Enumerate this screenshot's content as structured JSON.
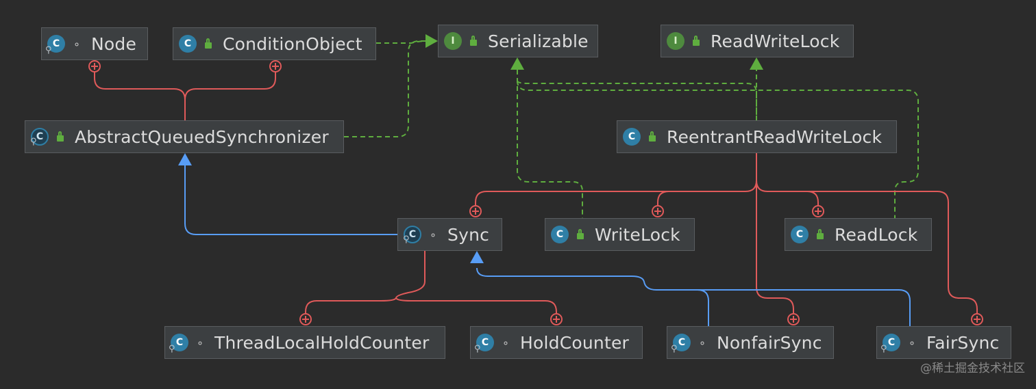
{
  "colors": {
    "background": "#2b2b2b",
    "inner_class_edge": "#e05a5a",
    "extends_edge": "#589df6",
    "implements_edge": "#5fae3f"
  },
  "nodes": [
    {
      "id": "node",
      "name": "Node",
      "kind": "class",
      "abstract": false,
      "visibility": "package",
      "icon": "class-icon"
    },
    {
      "id": "conditionobject",
      "name": "ConditionObject",
      "kind": "class",
      "abstract": false,
      "visibility": "public",
      "icon": "class-icon"
    },
    {
      "id": "serializable",
      "name": "Serializable",
      "kind": "interface",
      "abstract": false,
      "visibility": "public",
      "icon": "interface-icon"
    },
    {
      "id": "readwritelock",
      "name": "ReadWriteLock",
      "kind": "interface",
      "abstract": false,
      "visibility": "public",
      "icon": "interface-icon"
    },
    {
      "id": "aqs",
      "name": "AbstractQueuedSynchronizer",
      "kind": "class",
      "abstract": true,
      "visibility": "public",
      "icon": "abstract-class-icon"
    },
    {
      "id": "rrwl",
      "name": "ReentrantReadWriteLock",
      "kind": "class",
      "abstract": false,
      "visibility": "public",
      "icon": "class-icon"
    },
    {
      "id": "sync",
      "name": "Sync",
      "kind": "class",
      "abstract": true,
      "visibility": "package",
      "icon": "abstract-class-icon"
    },
    {
      "id": "writelock",
      "name": "WriteLock",
      "kind": "class",
      "abstract": false,
      "visibility": "public",
      "icon": "class-icon"
    },
    {
      "id": "readlock",
      "name": "ReadLock",
      "kind": "class",
      "abstract": false,
      "visibility": "public",
      "icon": "class-icon"
    },
    {
      "id": "tlhc",
      "name": "ThreadLocalHoldCounter",
      "kind": "class",
      "abstract": false,
      "visibility": "package",
      "icon": "class-icon"
    },
    {
      "id": "holdcounter",
      "name": "HoldCounter",
      "kind": "class",
      "abstract": false,
      "visibility": "package",
      "icon": "class-icon"
    },
    {
      "id": "nonfairsync",
      "name": "NonfairSync",
      "kind": "class",
      "abstract": false,
      "visibility": "package",
      "icon": "class-icon"
    },
    {
      "id": "fairsync",
      "name": "FairSync",
      "kind": "class",
      "abstract": false,
      "visibility": "package",
      "icon": "class-icon"
    }
  ],
  "edges": [
    {
      "type": "inner",
      "from": "node",
      "to": "aqs"
    },
    {
      "type": "inner",
      "from": "conditionobject",
      "to": "aqs"
    },
    {
      "type": "implements",
      "from": "conditionobject",
      "to": "serializable"
    },
    {
      "type": "implements",
      "from": "aqs",
      "to": "serializable"
    },
    {
      "type": "implements",
      "from": "rrwl",
      "to": "readwritelock"
    },
    {
      "type": "implements",
      "from": "rrwl",
      "to": "serializable"
    },
    {
      "type": "implements",
      "from": "writelock",
      "to": "serializable"
    },
    {
      "type": "implements",
      "from": "readlock",
      "to": "serializable"
    },
    {
      "type": "inner",
      "from": "sync",
      "to": "rrwl"
    },
    {
      "type": "inner",
      "from": "writelock",
      "to": "rrwl"
    },
    {
      "type": "inner",
      "from": "readlock",
      "to": "rrwl"
    },
    {
      "type": "inner",
      "from": "nonfairsync",
      "to": "rrwl"
    },
    {
      "type": "inner",
      "from": "fairsync",
      "to": "rrwl"
    },
    {
      "type": "extends",
      "from": "sync",
      "to": "aqs"
    },
    {
      "type": "inner",
      "from": "tlhc",
      "to": "sync"
    },
    {
      "type": "inner",
      "from": "holdcounter",
      "to": "sync"
    },
    {
      "type": "extends",
      "from": "nonfairsync",
      "to": "sync"
    },
    {
      "type": "extends",
      "from": "fairsync",
      "to": "sync"
    }
  ],
  "watermark": "@稀土掘金技术社区"
}
